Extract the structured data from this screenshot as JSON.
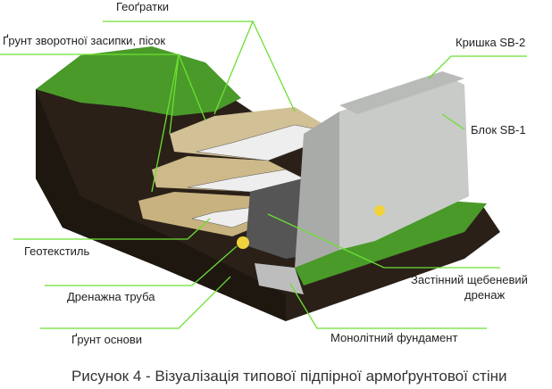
{
  "labels": {
    "geogrids": "Геоґратки",
    "backfill": "Ґрунт зворотної засипки, пісок",
    "cap": "Кришка SB-2",
    "block": "Блок  SB-1",
    "geotextile": "Геотекстиль",
    "drain_gravel_1": "Застінний щебеневий",
    "drain_gravel_2": "дренаж",
    "drain_pipe": "Дренажна труба",
    "base_soil": "Ґрунт основи",
    "foundation": "Монолітний фундамент"
  },
  "caption": "Рисунок 4 - Візуалізація типової підпірної армоґрунтової стіни",
  "colors": {
    "leader": "#6be032",
    "soil": "#2a2018",
    "grass": "#4a9a2a",
    "sand": "#d2c096",
    "block": "#c9cbc8"
  }
}
